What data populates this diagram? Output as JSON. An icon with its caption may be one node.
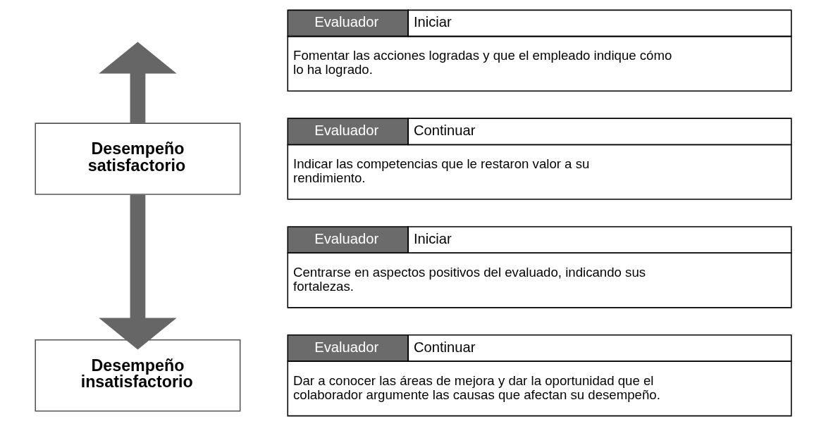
{
  "diagram": {
    "nodes": [
      {
        "text": [
          "Desempeño satisfactorio"
        ]
      },
      {
        "text": [
          "Desempeño insatisfactorio"
        ]
      },
      {
        "text": [
          "Evaluador",
          "Iniciar",
          "Fomentar las acciones logradas y que el empleado indique cómo lo ha logrado."
        ]
      },
      {
        "text": [
          "Evaluador",
          "Continuar",
          "Indicar las competencias que le restaron valor a su rendimiento."
        ]
      },
      {
        "text": [
          "Evaluador",
          "Iniciar",
          "Centrarse en aspectos positivos del evaluado, indicando sus fortalezas."
        ]
      },
      {
        "text": [
          "Evaluador",
          "Continuar",
          "Dar a conocer las áreas de mejora y dar la oportunidad que el colaborador argumente las causas que afectan su desempeño."
        ]
      }
    ],
    "edges": [
      {
        "from": 0,
        "to": null,
        "arrow": "to"
      },
      {
        "from": 0,
        "to": 1,
        "arrow": "to"
      }
    ]
  }
}
